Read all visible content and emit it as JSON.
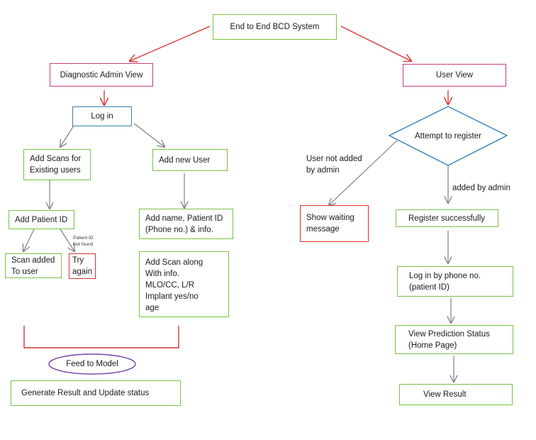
{
  "nodes": {
    "root": "End to End BCD System",
    "admin_view": "Diagnostic Admin View",
    "user_view": "User View",
    "login": "Log in",
    "add_scans": "Add Scans for\nExisting users",
    "add_new_user": "Add new User",
    "add_patient_id": "Add Patient ID",
    "add_name": "Add name, Patient ID\n(Phone no.) & info.",
    "scan_added": "Scan added\nTo user",
    "try_again": "Try\nagain",
    "add_scan_info": "Add Scan along\nWith info.\nMLO/CC, L/R\nImplant yes/no\nage",
    "feed_model": "Feed to Model",
    "generate_result": "Generate Result and Update status",
    "attempt_register": "Attempt to register",
    "show_waiting": "Show waiting\nmessage",
    "register_success": "Register successfully",
    "login_phone": "Log in by phone no.\n(patient ID)",
    "view_prediction": "View Prediction Status\n(Home Page)",
    "view_result": "View Result"
  },
  "edge_labels": {
    "patient_not_found": "Patient ID\nNot found",
    "user_not_added": "User not added\nby admin",
    "added_by_admin": "added by admin"
  },
  "colors": {
    "green": "#76c442",
    "pink": "#c93a78",
    "blue": "#3b7fb0",
    "red": "#d9302f",
    "purple": "#7b3fa6",
    "arrow_gray": "#808080",
    "arrow_red": "#d9302f"
  }
}
